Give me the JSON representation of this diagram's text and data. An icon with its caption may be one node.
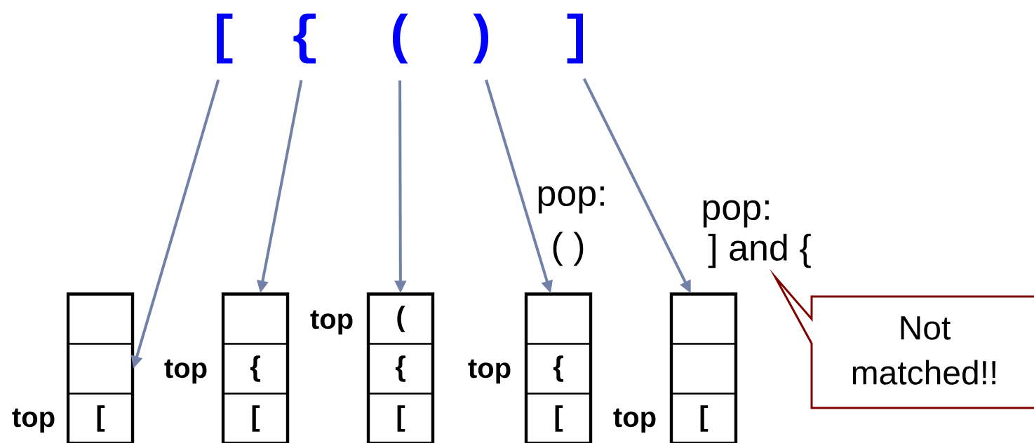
{
  "diagram": {
    "nodes": [
      {
        "text": [
          "["
        ]
      },
      {
        "text": [
          "{"
        ]
      },
      {
        "text": [
          "("
        ]
      },
      {
        "text": [
          ")"
        ]
      },
      {
        "text": [
          "]"
        ]
      },
      {
        "text": [],
        "shape": "box"
      },
      {
        "text": [],
        "shape": "box",
        "in": 5
      },
      {
        "text": [],
        "shape": "box",
        "in": 5
      },
      {
        "text": [
          "["
        ],
        "in": 5
      },
      {
        "text": [],
        "shape": "box"
      },
      {
        "text": [],
        "shape": "box",
        "in": 9
      },
      {
        "text": [
          "{"
        ],
        "in": 9
      },
      {
        "text": [
          "["
        ],
        "in": 9
      },
      {
        "text": [],
        "shape": "box"
      },
      {
        "text": [
          "("
        ],
        "in": 13
      },
      {
        "text": [
          "{"
        ],
        "in": 13
      },
      {
        "text": [
          "["
        ],
        "in": 13
      },
      {
        "text": [],
        "shape": "box"
      },
      {
        "text": [],
        "shape": "box",
        "in": 17
      },
      {
        "text": [
          "{"
        ],
        "in": 17
      },
      {
        "text": [
          "["
        ],
        "in": 17
      },
      {
        "text": [],
        "shape": "box"
      },
      {
        "text": [],
        "shape": "box",
        "in": 21
      },
      {
        "text": [],
        "shape": "box",
        "in": 21
      },
      {
        "text": [
          "["
        ],
        "in": 21
      },
      {
        "text": [
          "Not matched!!"
        ]
      }
    ],
    "edges": [
      {
        "from": 0,
        "to": 7,
        "arrow": "to"
      },
      {
        "from": 1,
        "to": 10,
        "arrow": "to"
      },
      {
        "from": 2,
        "to": 14,
        "arrow": "to"
      },
      {
        "from": 3,
        "to": 18,
        "arrow": "to"
      },
      {
        "from": 4,
        "to": 22,
        "arrow": "to"
      }
    ],
    "labels": [
      "pop:",
      "( )",
      "pop:",
      "] and {",
      "top",
      "top",
      "top",
      "top",
      "top"
    ]
  }
}
